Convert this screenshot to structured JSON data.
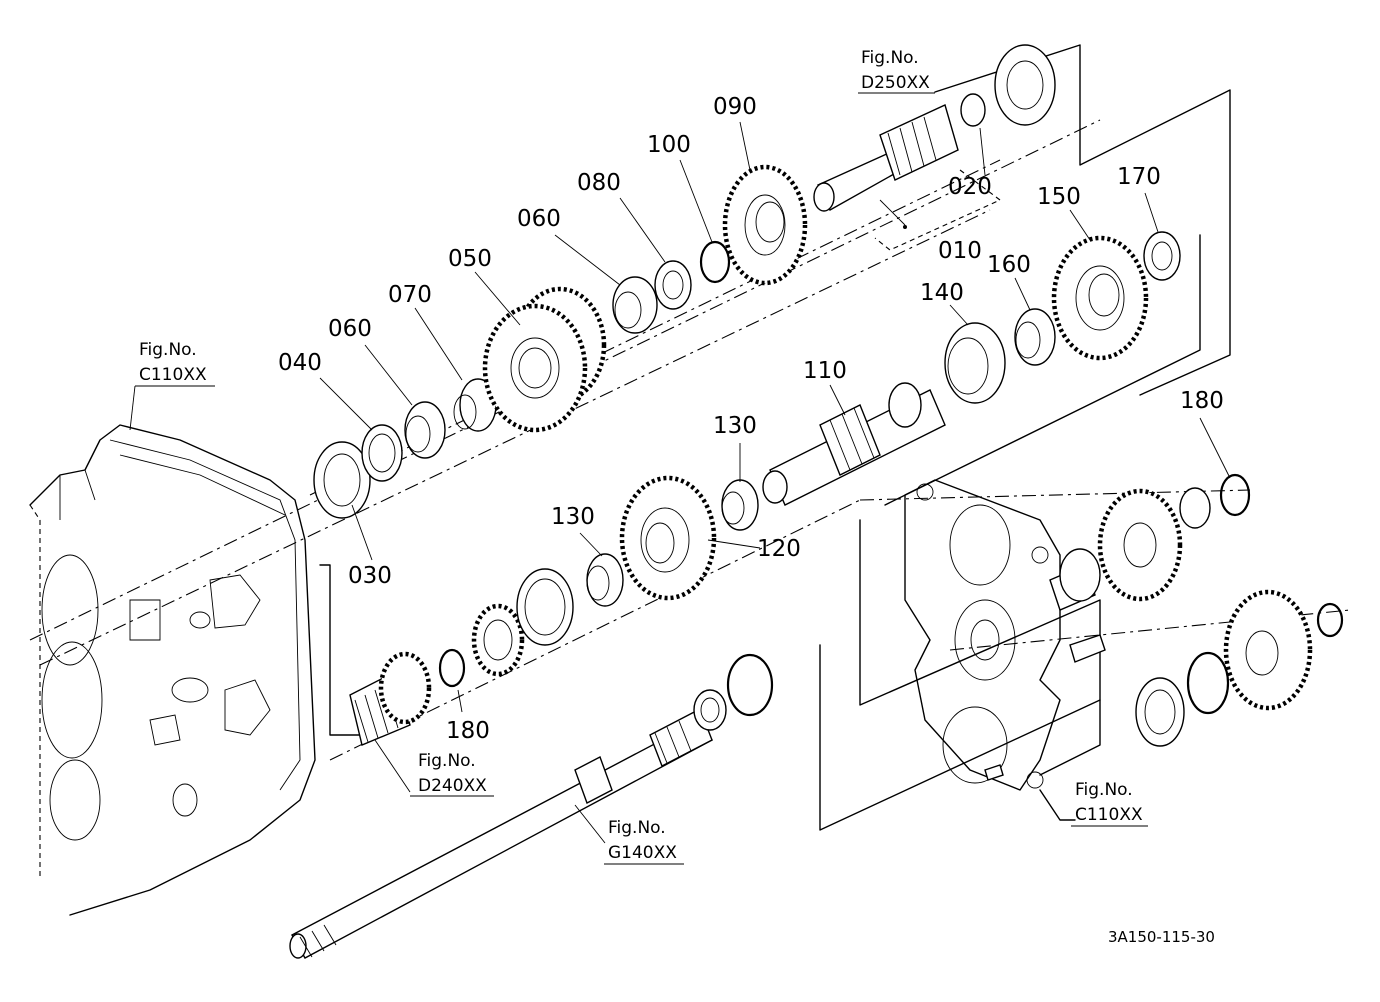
{
  "parts": {
    "p010": "010",
    "p020": "020",
    "p030": "030",
    "p040": "040",
    "p050": "050",
    "p060a": "060",
    "p060b": "060",
    "p070": "070",
    "p080": "080",
    "p090": "090",
    "p100": "100",
    "p110": "110",
    "p120": "120",
    "p130a": "130",
    "p130b": "130",
    "p140": "140",
    "p150": "150",
    "p160": "160",
    "p170": "170",
    "p180a": "180",
    "p180b": "180"
  },
  "figure_refs": {
    "fig_label": "Fig.No.",
    "d250": "D250XX",
    "c110_left": "C110XX",
    "d240": "D240XX",
    "g140": "G140XX",
    "c110_right": "C110XX"
  },
  "drawing_code": "3A150-115-30"
}
